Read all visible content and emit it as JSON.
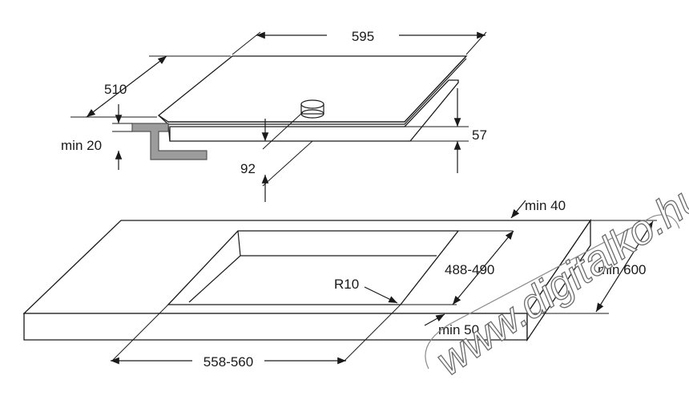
{
  "dimensions": {
    "width": "595",
    "depth": "510",
    "height": "57",
    "under_depth": "92",
    "min_front": "min 20",
    "min_back": "min 40",
    "cutout_depth": "488-490",
    "cutout_width": "558-560",
    "radius": "R10",
    "min_side": "min 600",
    "min_below": "min 50"
  },
  "watermark": "www.digitalko.hu"
}
